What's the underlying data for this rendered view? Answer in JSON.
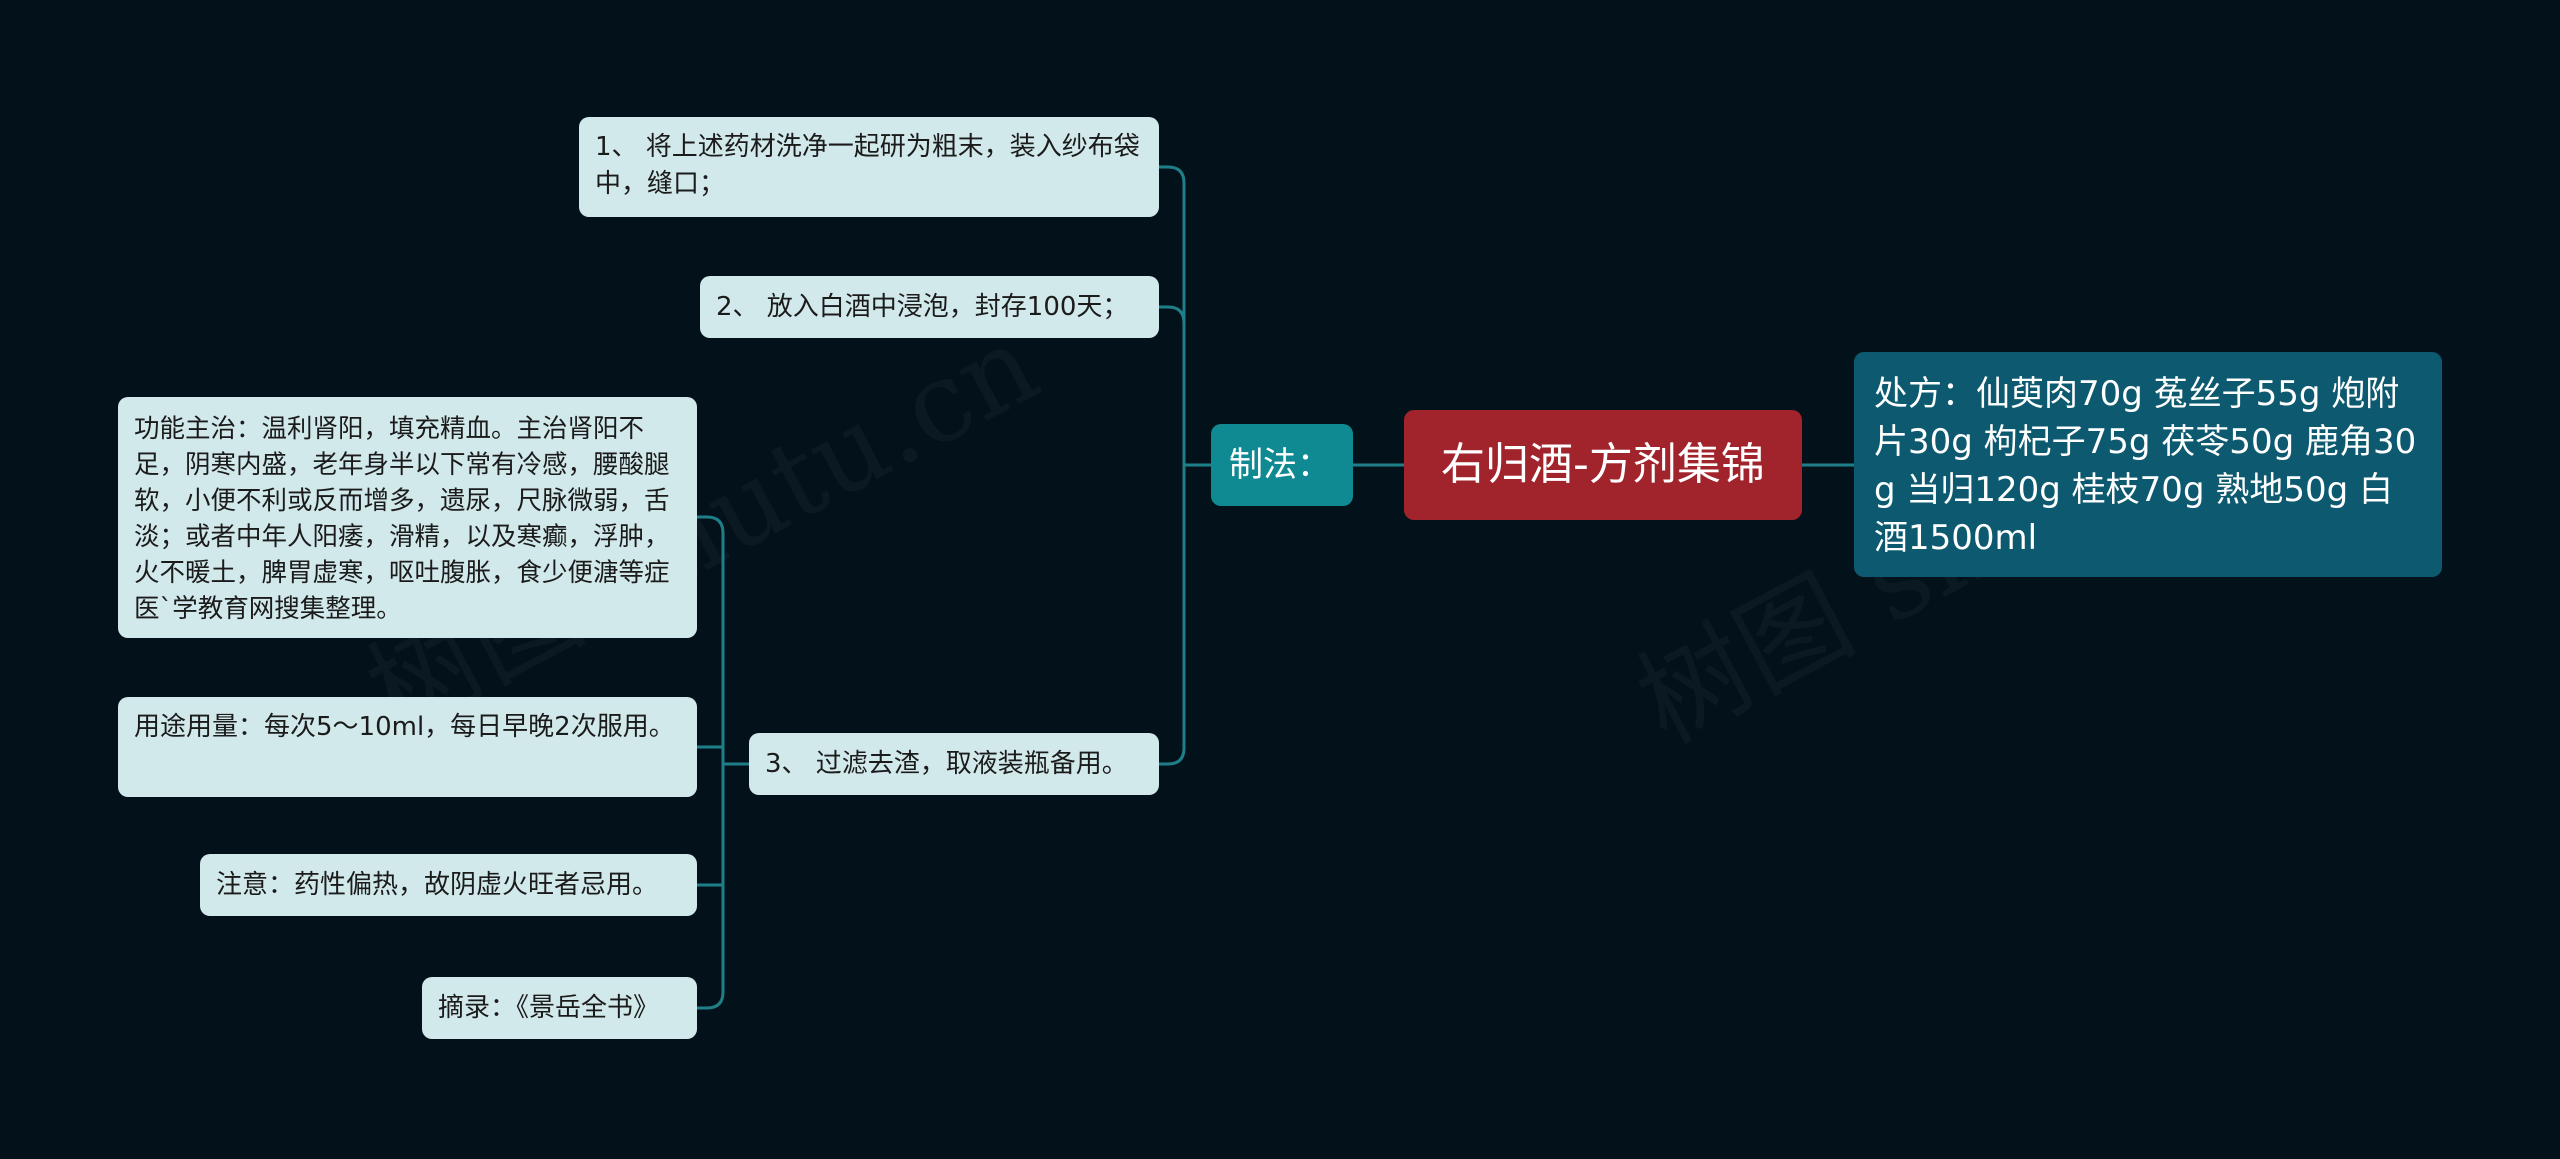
{
  "root": {
    "title": "右归酒-方剂集锦"
  },
  "right": {
    "prescription": "处方：仙萸肉70g 菟丝子55g 炮附片30g 枸杞子75g 茯苓50g 鹿角30g 当归120g 桂枝70g 熟地50g 白酒1500ml"
  },
  "method": {
    "label": "制法：",
    "steps": [
      "1、 将上述药材洗净一起研为粗末，装入纱布袋中，缝口；",
      "2、 放入白酒中浸泡，封存100天；",
      "3、 过滤去渣，取液装瓶备用。"
    ],
    "details": [
      "功能主治：温利肾阳，填充精血。主治肾阳不足，阴寒内盛，老年身半以下常有冷感，腰酸腿软，小便不利或反而增多，遗尿，尺脉微弱，舌淡；或者中年人阳痿，滑精，以及寒癫，浮肿，火不暖土，脾胃虚寒，呕吐腹胀，食少便溏等症医`学教育网搜集整理。",
      "用途用量：每次5～10ml，每日早晚2次服用。",
      "注意：药性偏热，故阴虚火旺者忌用。",
      "摘录：《景岳全书》"
    ]
  },
  "colors": {
    "background": "#03111a",
    "root": "#a1232b",
    "branch_left": "#0f8a92",
    "branch_right": "#0d5a70",
    "leaf": "#d2e9ec",
    "connector": "#1f7f88"
  }
}
